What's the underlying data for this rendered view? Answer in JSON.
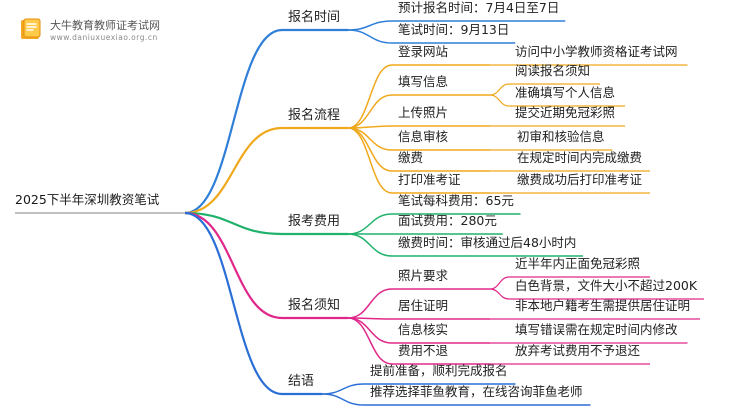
{
  "logo": {
    "name": "大牛教育教师证考试网",
    "url": "www.daniuxuexiao.org.cn",
    "icon": "book-icon",
    "color": "#f5a623"
  },
  "mindmap": {
    "root": "2025下半年深圳教资笔试",
    "branches": [
      {
        "label": "报名时间",
        "color": "#2f7fd9",
        "children": [
          {
            "label": "预计报名时间：7月4日至7日"
          },
          {
            "label": "笔试时间：9月13日"
          }
        ]
      },
      {
        "label": "报名流程",
        "color": "#f0a81c",
        "children": [
          {
            "label": "登录网站",
            "children": [
              "访问中小学教师资格证考试网"
            ]
          },
          {
            "label": "填写信息",
            "children": [
              "阅读报名须知",
              "准确填写个人信息"
            ]
          },
          {
            "label": "上传照片",
            "children": [
              "提交近期免冠彩照"
            ]
          },
          {
            "label": "信息审核",
            "children": [
              "初审和核验信息"
            ]
          },
          {
            "label": "缴费",
            "children": [
              "在规定时间内完成缴费"
            ]
          },
          {
            "label": "打印准考证",
            "children": [
              "缴费成功后打印准考证"
            ]
          }
        ]
      },
      {
        "label": "报考费用",
        "color": "#20b26b",
        "children": [
          {
            "label": "笔试每科费用：65元"
          },
          {
            "label": "面试费用：280元"
          },
          {
            "label": "缴费时间：审核通过后48小时内"
          }
        ]
      },
      {
        "label": "报名须知",
        "color": "#e0288a",
        "children": [
          {
            "label": "照片要求",
            "children": [
              "近半年内正面免冠彩照",
              "白色背景，文件大小不超过200K"
            ]
          },
          {
            "label": "居住证明",
            "children": [
              "非本地户籍考生需提供居住证明"
            ]
          },
          {
            "label": "信息核实",
            "children": [
              "填写错误需在规定时间内修改"
            ]
          },
          {
            "label": "费用不退",
            "children": [
              "放弃考试费用不予退还"
            ]
          }
        ]
      },
      {
        "label": "结语",
        "color": "#2b6fd6",
        "children": [
          {
            "label": "提前准备，顺利完成报名"
          },
          {
            "label": "推荐选择菲鱼教育，在线咨询菲鱼老师"
          }
        ]
      }
    ]
  }
}
